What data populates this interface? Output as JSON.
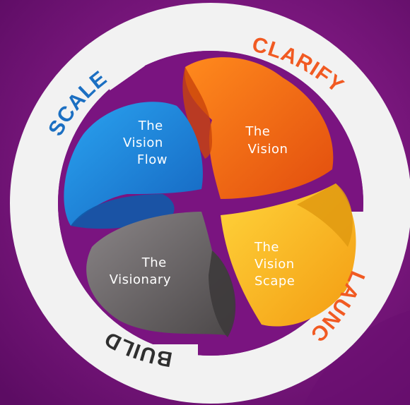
{
  "colors": {
    "background": "#8f1a96",
    "background_dark": "#5c0c63",
    "ring": "#f2f2f2",
    "orange": "#f36f12",
    "blue": "#1e88e5",
    "yellow": "#f7b51c",
    "gray": "#6b6668",
    "label_orange": "#f15a22",
    "label_blue": "#1b6fc2",
    "label_dark": "#2f2f2f"
  },
  "ring_labels": {
    "clarify": "CLARIFY",
    "launch": "LAUNCH",
    "build": "BUILD",
    "scale": "SCALE"
  },
  "petals": {
    "vision": {
      "line1": "The",
      "line2": "Vision"
    },
    "vision_flow": {
      "line1": "The",
      "line2": "Vision",
      "line3": "Flow"
    },
    "vision_scape": {
      "line1": "The",
      "line2": "Vision",
      "line3": "Scape"
    },
    "visionary": {
      "line1": "The",
      "line2": "Visionary"
    }
  }
}
